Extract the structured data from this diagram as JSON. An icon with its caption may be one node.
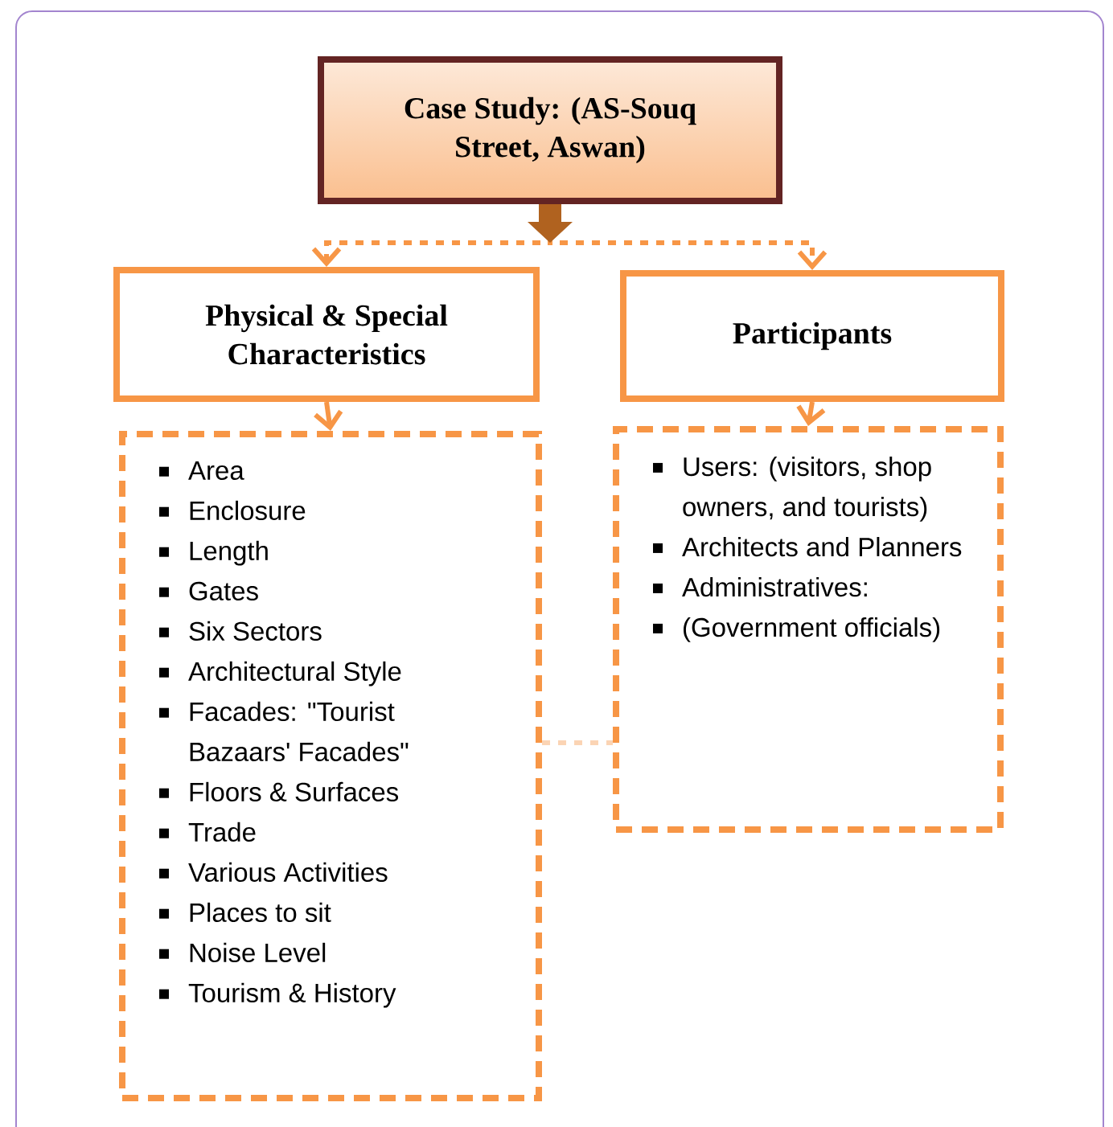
{
  "diagram": {
    "nodes": [
      {
        "text": [
          "Case Study: (AS-Souq Street, Aswan)"
        ]
      },
      {
        "text": [
          "Physical & Special Characteristics"
        ]
      },
      {
        "text": [
          "Participants"
        ]
      },
      {
        "text": [
          "Area",
          "Enclosure",
          "Length",
          "Gates",
          "Six Sectors",
          "Architectural Style",
          "Facades: \"Tourist Bazaars' Facades\"",
          "Floors & Surfaces",
          "Trade",
          "Various Activities",
          "Places to sit",
          "Noise Level",
          "Tourism & History"
        ]
      },
      {
        "text": [
          "Users: (visitors, shop owners, and tourists)",
          "Architects and Planners",
          "Administratives:",
          "(Government officials)"
        ]
      }
    ],
    "edges": [
      {
        "from": 0,
        "to": 1,
        "arrow": "to",
        "style": "dashed"
      },
      {
        "from": 0,
        "to": 2,
        "arrow": "to",
        "style": "dashed"
      },
      {
        "from": 1,
        "to": 3,
        "arrow": "to"
      },
      {
        "from": 2,
        "to": 4,
        "arrow": "to"
      },
      {
        "from": 3,
        "to": 4,
        "arrow": "none",
        "style": "dashed",
        "color": "#fbd4b4"
      }
    ]
  }
}
